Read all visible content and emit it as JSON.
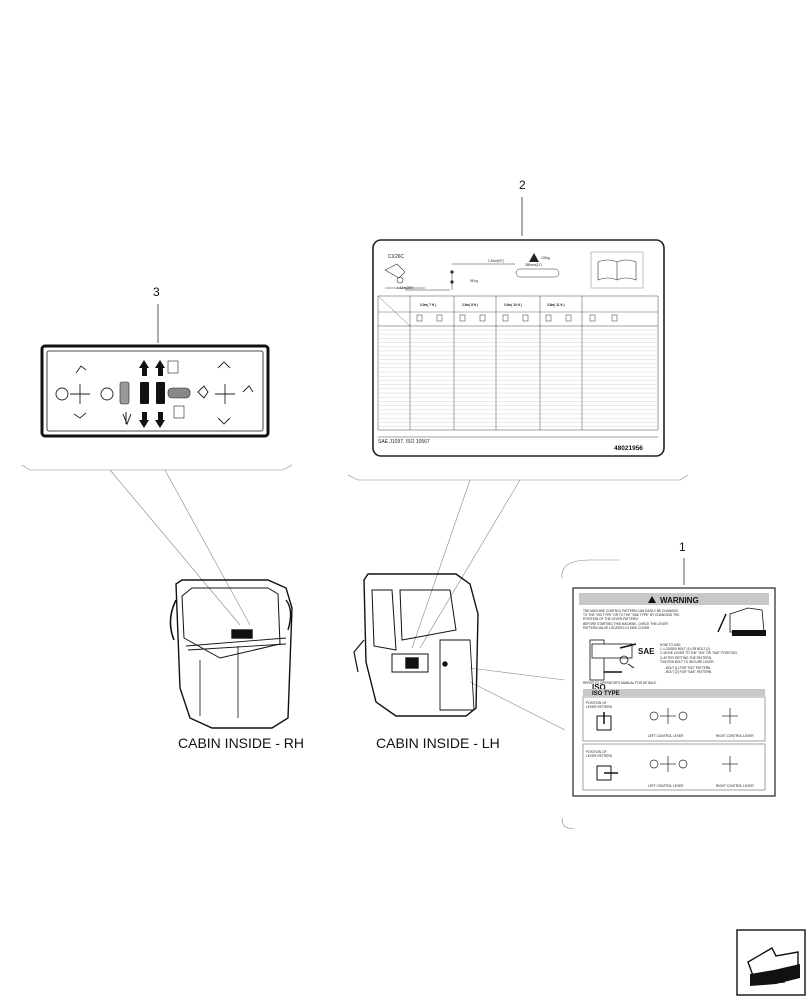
{
  "callouts": {
    "one": "1",
    "two": "2",
    "three": "3"
  },
  "captions": {
    "rh": "CABIN INSIDE - RH",
    "lh": "CABIN INSIDE - LH"
  },
  "load_chart": {
    "model": "CX26C",
    "weight": "120kg",
    "reach": "1.54m(5'0\")",
    "height": "1.12m(3'8\")",
    "weight_small": "55 kg",
    "width": "280mm(11\")",
    "columns": [
      "2.0m( 7 ft )",
      "2.5m( 8 ft )",
      "3.0m( 10 ft )",
      "3.5m( 11 ft )"
    ],
    "footer_left": "SAE  J1097, ISO 10567",
    "footer_right": "48021956"
  },
  "warning_label": {
    "title": "WARNING",
    "lines": [
      "THE MACHINE CONTROL PATTERN CAN EASILY BE CHANGED",
      "TO THE \"ISO TYPE\" OR TO THE \"SAE TYPE\" BY CHANGING THE",
      "POSITION OF THE LEVER-PATTERN.",
      "BEFORE STARTING THIS MACHINE, CHECK THE LEVER",
      "PATTERN VALVE LOCATED LH SIDE COVER."
    ],
    "how_to": [
      "HOW TO USE:",
      "1. LOOSEN BOLT (1) OR BOLT (2).",
      "2. MOVE LEVER TO THE \"ISO\" OR \"SAE\" POSITION.",
      "3. AFTER SETTING THE PATTERN,",
      "TIGHTEN BOLT TO SECURE LEVER.",
      "- BOLT (1) FOR \"ISO\" PATTERN",
      "- BOLT (2) FOR \"SAE\" PATTERN"
    ],
    "sae": "SAE",
    "iso": "ISO",
    "refer": "REFER TO OPERATOR'S MANUAL FOR DETAILS.",
    "iso_type": "ISO TYPE",
    "position_of": "POSITION OF",
    "lever_pattern": "LEVER-PATTERN",
    "left_lever": "LEFT CONTROL LEVER",
    "right_lever": "RIGHT CONTROL LEVER"
  }
}
